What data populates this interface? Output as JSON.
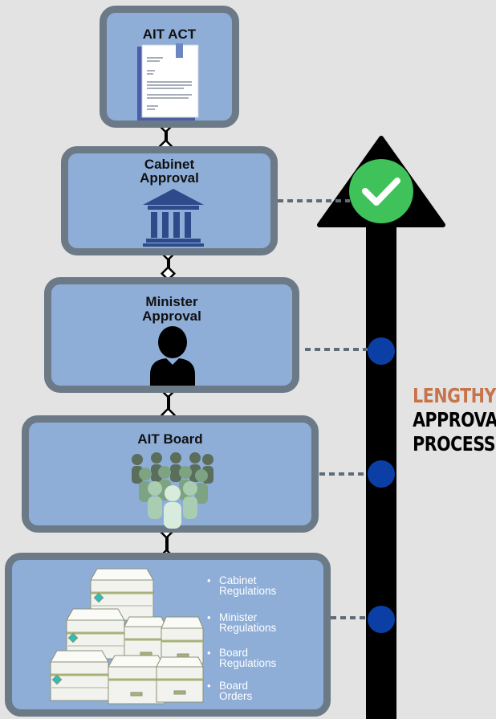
{
  "boxes": {
    "act": {
      "title": "AIT ACT"
    },
    "cabinet": {
      "line1": "Cabinet",
      "line2": "Approval"
    },
    "minister": {
      "line1": "Minister",
      "line2": "Approval"
    },
    "board": {
      "title": "AIT Board"
    }
  },
  "outputs": [
    {
      "line1": "Cabinet",
      "line2": "Regulations"
    },
    {
      "line1": "Minister",
      "line2": "Regulations"
    },
    {
      "line1": "Board",
      "line2": "Regulations"
    },
    {
      "line1": "Board",
      "line2": "Orders"
    }
  ],
  "legend": {
    "word1": "LENGTHY",
    "word2": "APPROVAL",
    "word3": "PROCESS"
  },
  "colors": {
    "accent": "#c8744a",
    "dot": "#0b3fa6",
    "check": "#3fc25a",
    "box": "#8eaed8",
    "border": "#6b7a86"
  }
}
